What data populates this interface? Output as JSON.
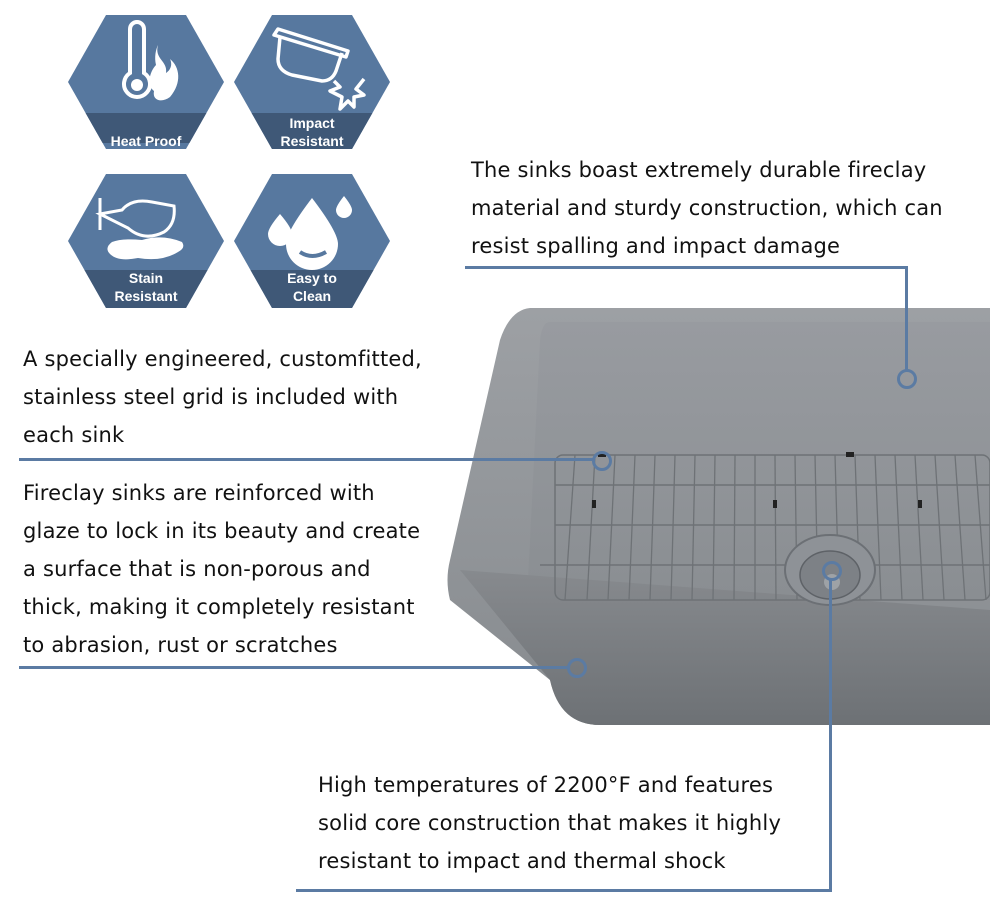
{
  "badges": [
    {
      "label_line1": "Heat Proof",
      "label_line2": "",
      "icon": "thermometer-flame-icon"
    },
    {
      "label_line1": "Impact",
      "label_line2": "Resistant",
      "icon": "pot-impact-icon"
    },
    {
      "label_line1": "Stain",
      "label_line2": "Resistant",
      "icon": "wine-glass-spill-icon"
    },
    {
      "label_line1": "Easy to",
      "label_line2": "Clean",
      "icon": "water-drops-icon"
    }
  ],
  "callouts": {
    "durable": [
      "The sinks boast extremely durable fireclay",
      "material and sturdy construction, which can",
      "resist spalling and impact damage"
    ],
    "grid": [
      "A specially engineered, customfitted,",
      "stainless steel grid is included with",
      "each sink"
    ],
    "glaze": [
      "Fireclay sinks are reinforced with",
      "glaze to lock in its beauty and create",
      "a surface that is non-porous and",
      "thick, making it completely resistant",
      "to abrasion, rust or scratches"
    ],
    "temperature": [
      "High temperatures of 2200°F and features",
      "solid core construction that makes it highly",
      "resistant to impact and thermal shock"
    ]
  },
  "colors": {
    "accent_line": "#5b7ba3",
    "badge_fill": "#57789f",
    "badge_band": "#3f5877",
    "sink_gray": "#85898d"
  },
  "product": {
    "image": "gray fireclay farmhouse sink with stainless steel bottom grid and drain strainer"
  }
}
